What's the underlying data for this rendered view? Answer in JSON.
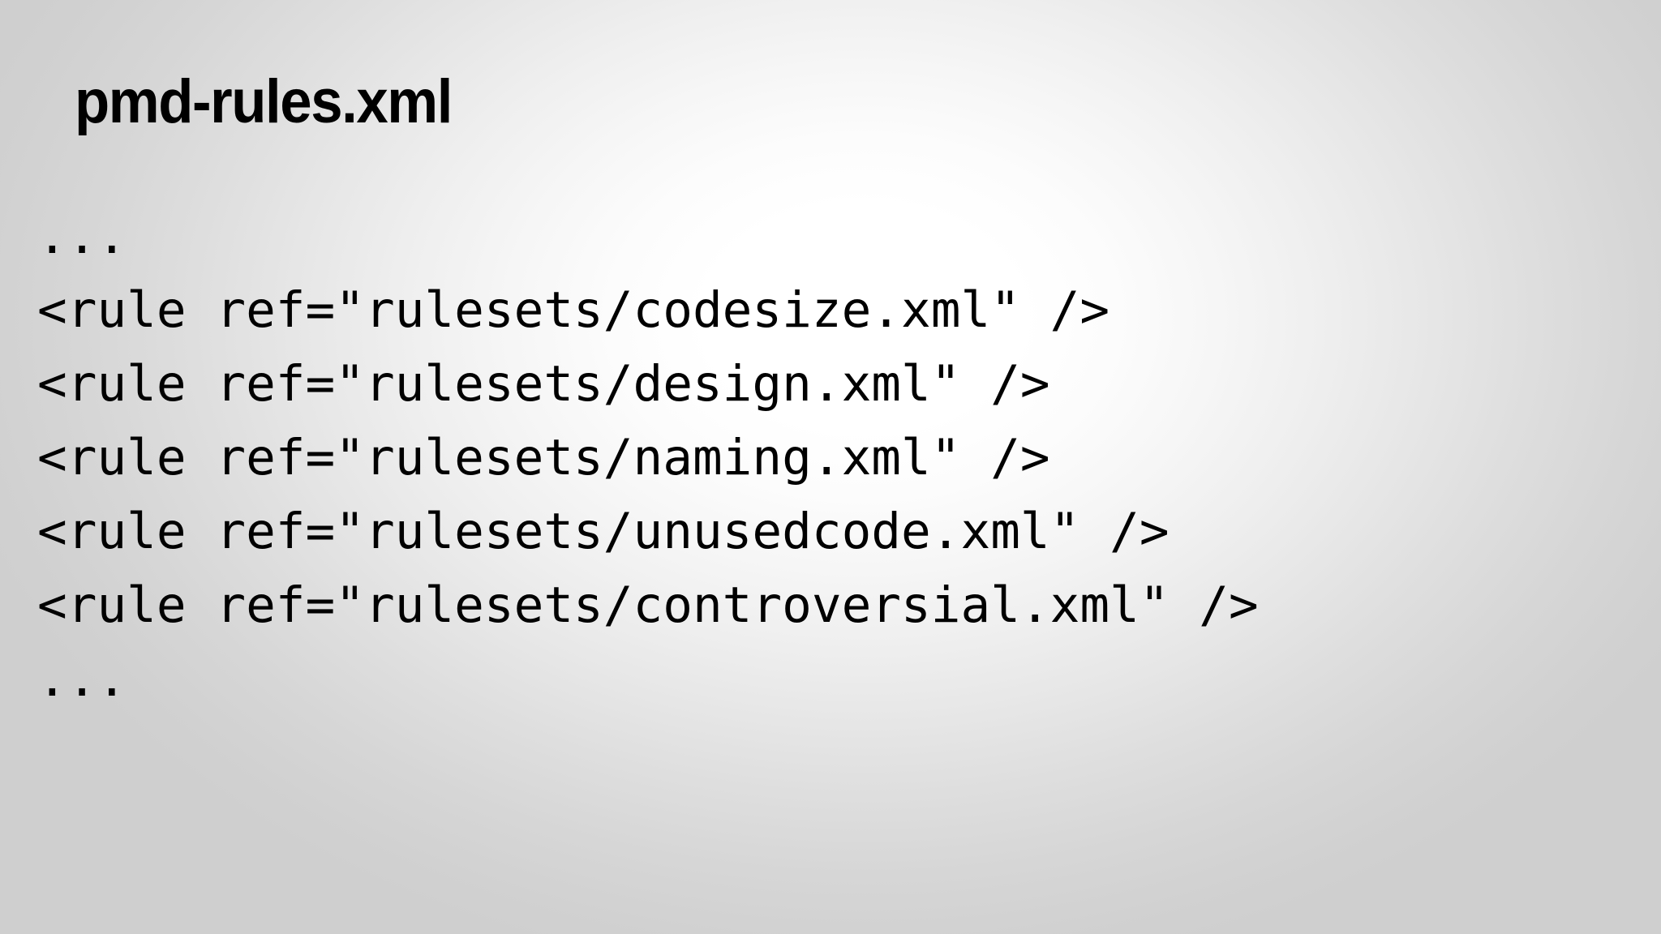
{
  "slide": {
    "title": "pmd-rules.xml",
    "background": {
      "center_color": "#ffffff",
      "edge_color": "#cfcfcf"
    },
    "text_color": "#000000",
    "code": {
      "lines": [
        "...",
        "<rule ref=\"rulesets/codesize.xml\" />",
        "<rule ref=\"rulesets/design.xml\" />",
        "<rule ref=\"rulesets/naming.xml\" />",
        "<rule ref=\"rulesets/unusedcode.xml\" />",
        "<rule ref=\"rulesets/controversial.xml\" />",
        "..."
      ]
    }
  }
}
